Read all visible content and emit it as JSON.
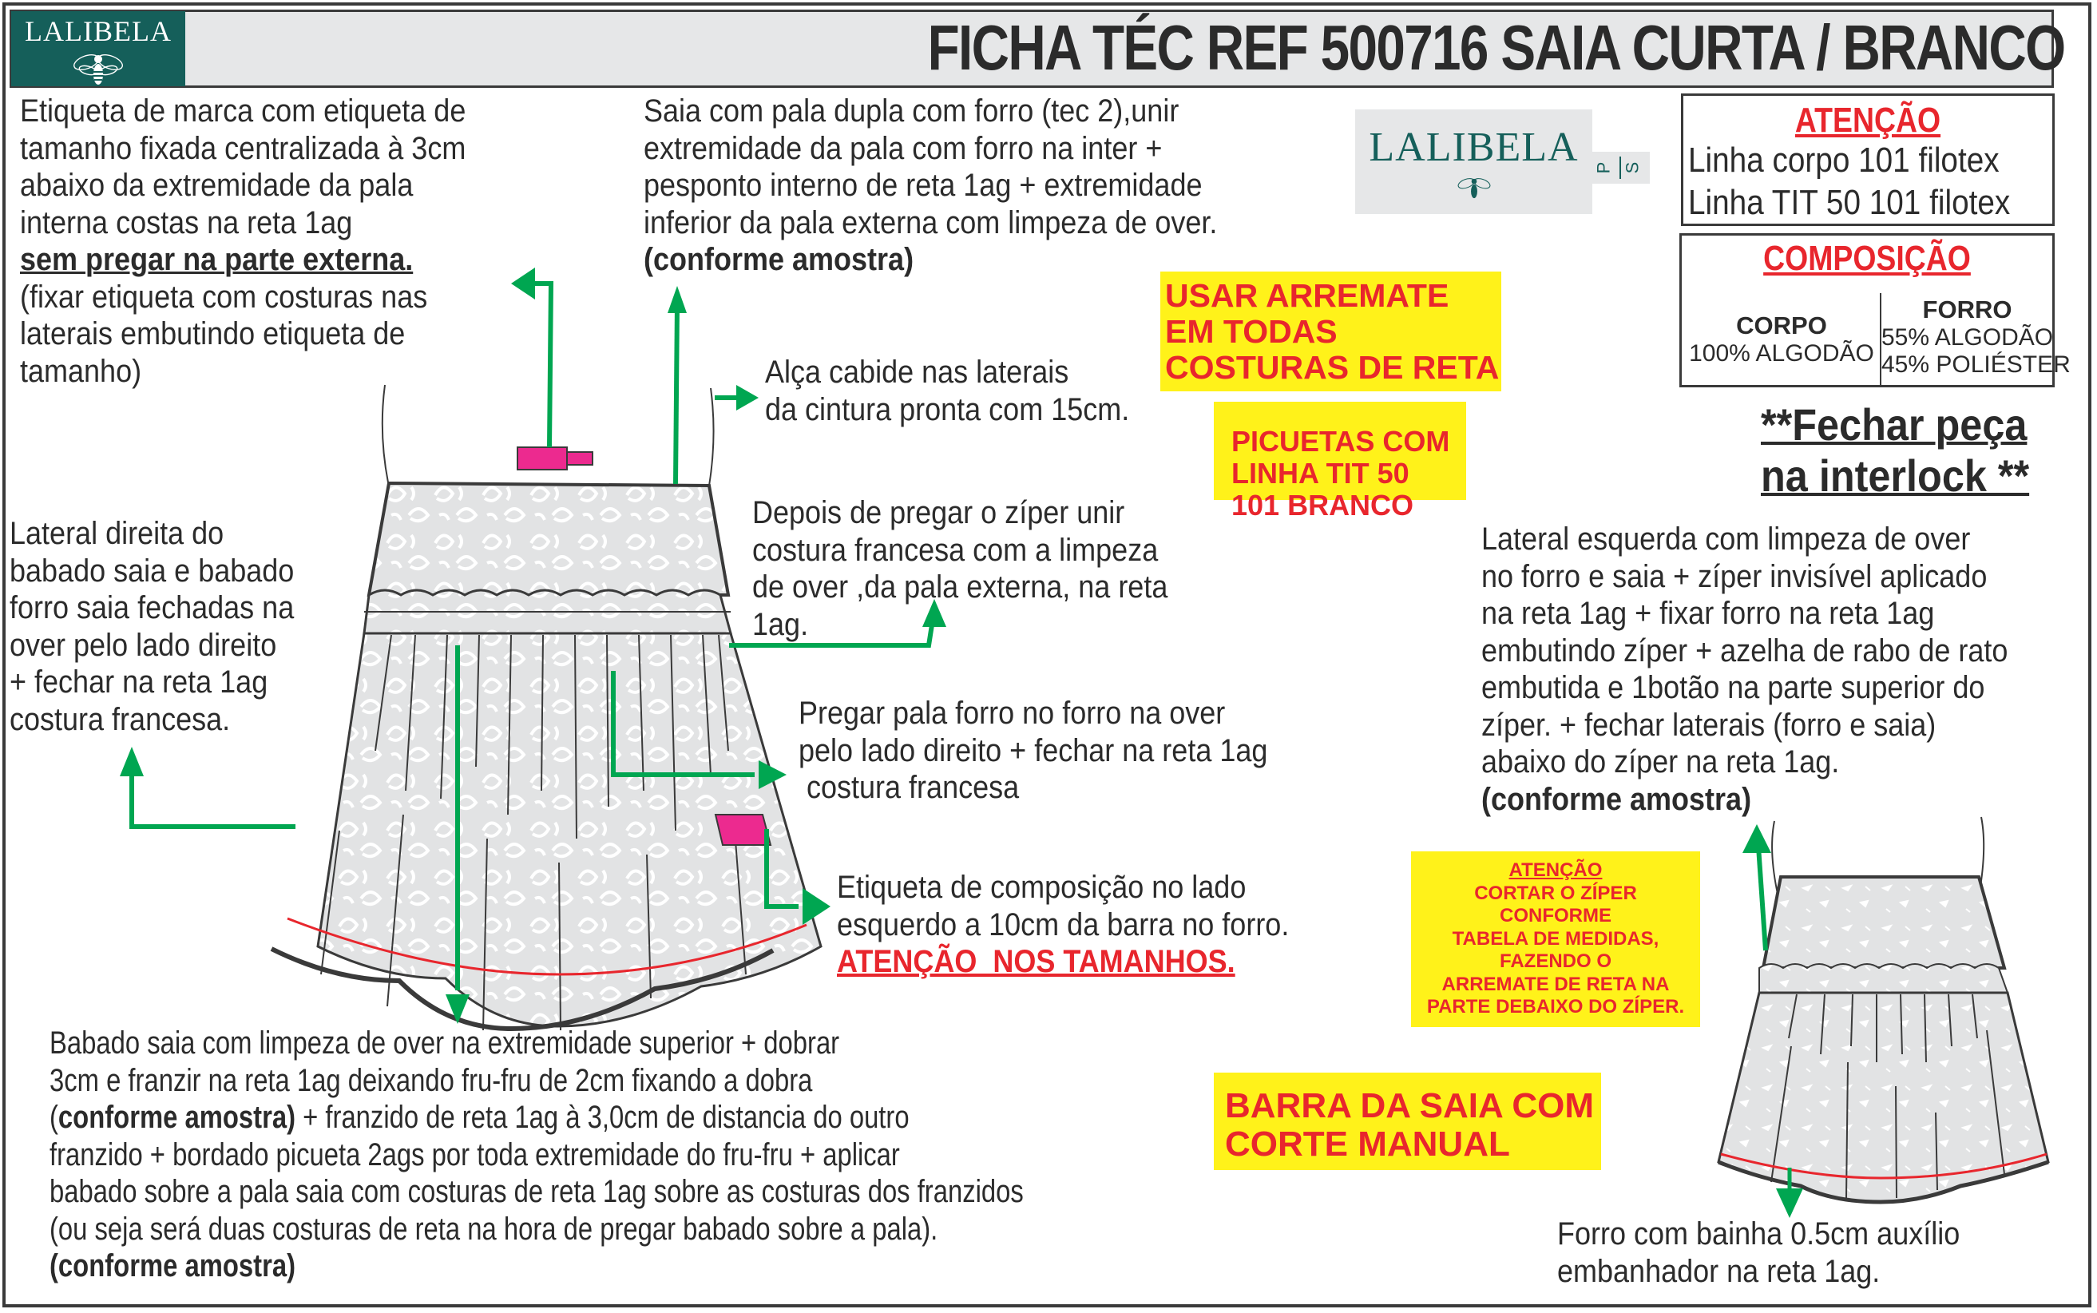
{
  "header": {
    "logo_brand": "LALIBELA",
    "title": "FICHA TÉC REF 500716 SAIA CURTA / BRANCO"
  },
  "label_logo": {
    "brand": "LALIBELA",
    "size_tab": [
      "P",
      "S"
    ]
  },
  "attention_box": {
    "heading": "ATENÇÃO",
    "lines": [
      "Linha corpo 101 filotex",
      "Linha TIT 50 101 filotex"
    ]
  },
  "composition_box": {
    "heading": "COMPOSIÇÃO",
    "corpo": {
      "label": "CORPO",
      "values": [
        "100% ALGODÃO"
      ]
    },
    "forro": {
      "label": "FORRO",
      "values": [
        "55% ALGODÃO",
        "45% POLIÉSTER"
      ]
    }
  },
  "notes": {
    "etiqueta_marca": {
      "lines": [
        "Etiqueta de marca com etiqueta de",
        "tamanho fixada centralizada à 3cm",
        "abaixo da extremidade da pala",
        "interna costas na reta 1ag"
      ],
      "bold_underline": "sem pregar na parte externa.",
      "tail": [
        "(fixar etiqueta com costuras nas",
        "laterais embutindo etiqueta de",
        "tamanho)"
      ]
    },
    "pala_dupla": {
      "lines": [
        "Saia com pala dupla  com forro (tec 2),unir",
        "extremidade da pala com forro na inter  +",
        "pesponto interno de reta 1ag + extremidade",
        "inferior da pala externa com limpeza de over."
      ],
      "bold": "(conforme amostra)"
    },
    "alca_cabide": [
      "Alça cabide nas laterais",
      "da cintura pronta com 15cm."
    ],
    "depois_ziper": [
      "Depois de pregar o zíper unir",
      "costura francesa com a limpeza",
      "de over ,da pala externa, na reta",
      "1ag."
    ],
    "lateral_direita": [
      "Lateral direita do",
      "babado saia e babado",
      "forro saia fechadas na",
      "over pelo lado direito",
      "+ fechar na reta 1ag",
      "costura francesa."
    ],
    "pregar_pala": [
      "Pregar pala forro no forro na over",
      "pelo lado direito + fechar na reta 1ag",
      " costura francesa"
    ],
    "etiqueta_composicao": {
      "lines": [
        "Etiqueta de composição no lado",
        "esquerdo a 10cm da barra no forro."
      ],
      "warning": "ATENÇÃO  NOS TAMANHOS."
    },
    "lateral_esquerda": {
      "lines": [
        "Lateral esquerda com limpeza de over",
        "no forro e saia + zíper invisível aplicado",
        "na reta 1ag + fixar forro na reta 1ag",
        "embutindo zíper + azelha de rabo de rato",
        "embutida e 1botão na parte superior do",
        "zíper. + fechar laterais (forro e saia)",
        "abaixo do zíper na reta 1ag."
      ],
      "bold": "(conforme amostra)"
    },
    "babado_saia": {
      "line1": "Babado saia com limpeza de over na extremidade superior + dobrar",
      "line2": "3cm e franzir na reta 1ag deixando fru-fru de 2cm fixando a dobra",
      "line3_open": "(",
      "line3_bold": "conforme amostra)",
      "line3_rest": " + franzido de reta 1ag à 3,0cm de distancia do outro",
      "line4": "franzido + bordado picueta 2ags por toda extremidade do fru-fru + aplicar",
      "line5": "babado sobre a pala saia com costuras de reta 1ag sobre as costuras dos franzidos",
      "line6": "(ou seja será duas costuras de reta na hora de pregar babado sobre a pala).",
      "bold": "(conforme amostra)"
    },
    "forro_bainha": [
      "Forro com bainha 0.5cm auxílio",
      "embanhador na reta 1ag."
    ],
    "fechar_interlock": [
      "**Fechar peça",
      "na interlock **"
    ]
  },
  "callouts": {
    "usar_arremate": [
      "USAR ARREMATE",
      "EM TODAS",
      "COSTURAS DE RETA"
    ],
    "picuetas": [
      "PICUETAS COM",
      "LINHA TIT 50",
      "101 BRANCO"
    ],
    "cortar_ziper": {
      "heading": "ATENÇÃO",
      "lines": [
        "CORTAR O ZÍPER",
        "CONFORME",
        "TABELA DE MEDIDAS,",
        "FAZENDO O",
        "ARREMATE DE RETA NA",
        "PARTE DEBAIXO DO ZÍPER."
      ]
    },
    "barra_saia": [
      "BARRA DA SAIA COM",
      "CORTE MANUAL"
    ]
  },
  "colors": {
    "brand_teal": "#155f5a",
    "header_gray": "#e6e7e8",
    "callout_yellow": "#fff21a",
    "alert_red": "#e8262d",
    "arrow_green": "#00a651",
    "label_pink": "#ec2a8f",
    "text_dark": "#2b2b2b"
  }
}
